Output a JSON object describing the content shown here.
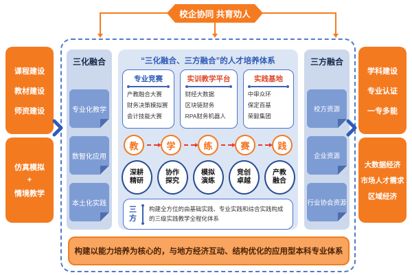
{
  "colors": {
    "accent_orange": "#f47a20",
    "panel_blue_bg": "#dbe5f4",
    "column_blue_bg": "#ccd8ec",
    "item_blue": "#7e9cd4",
    "title_blue": "#2f5bb7",
    "header_red": "#dd4a2c",
    "dashed_border_blue": "#4f79cc",
    "arrow_red": "#e63c2e"
  },
  "banner": {
    "label": "校企协同 共育劝人"
  },
  "left_boxes": [
    {
      "lines": [
        "课程建设",
        "教材建设",
        "师资建设"
      ]
    },
    {
      "lines": [
        "仿真模拟",
        "+",
        "情境教学"
      ]
    }
  ],
  "right_boxes": [
    {
      "lines": [
        "学科建设",
        "专业认证",
        "一专多能"
      ]
    },
    {
      "lines": [
        "大数据经济",
        "市场人才需求",
        "区域经济"
      ]
    }
  ],
  "left_column": {
    "title": "三化融合",
    "items": [
      "专业化教学",
      "数智化应用",
      "本土化实践"
    ]
  },
  "right_column": {
    "title": "三方融合",
    "items": [
      "校方资源",
      "企业资源",
      "行业协会资源"
    ]
  },
  "center": {
    "title": "“三化融合、三方融合”的人才培养体系",
    "boxes": [
      {
        "title": "专业竞赛",
        "items": [
          "产教融合大赛",
          "财务决策模拟赛",
          "会计技能大赛"
        ]
      },
      {
        "title": "实训教学平台",
        "items": [
          "财经大数据",
          "区块链财务",
          "RPA财务机器人"
        ]
      },
      {
        "title": "实践基地",
        "items": [
          "中审众环",
          "保定百基",
          "荣毅集团"
        ]
      }
    ],
    "process": [
      "教",
      "学",
      "练",
      "赛",
      "践"
    ],
    "values": [
      [
        "深耕",
        "精研"
      ],
      [
        "协作",
        "探究"
      ],
      [
        "模拟",
        "演练"
      ],
      [
        "竞创",
        "卓越"
      ],
      [
        "产教",
        "融合"
      ]
    ],
    "note": {
      "label_top": "三",
      "label_bottom": "方",
      "text": "构建全方位的由基础实践、专业实践和综合实践构成的三级实践教学全程化体系"
    }
  },
  "bottom_bar": {
    "text": "构建以能力培养为核心的，与地方经济互动、结构优化的应用型本科专业体系"
  }
}
